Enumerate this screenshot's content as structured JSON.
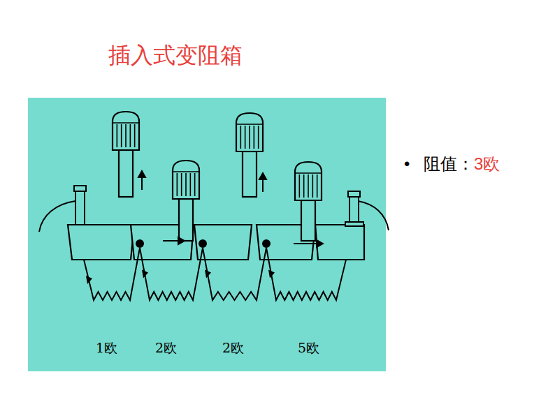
{
  "diagram": {
    "title": "插入式变阻箱",
    "labels": [
      "1欧",
      "2欧",
      "2欧",
      "5欧",
      "•",
      "阻值：",
      "3欧"
    ]
  }
}
